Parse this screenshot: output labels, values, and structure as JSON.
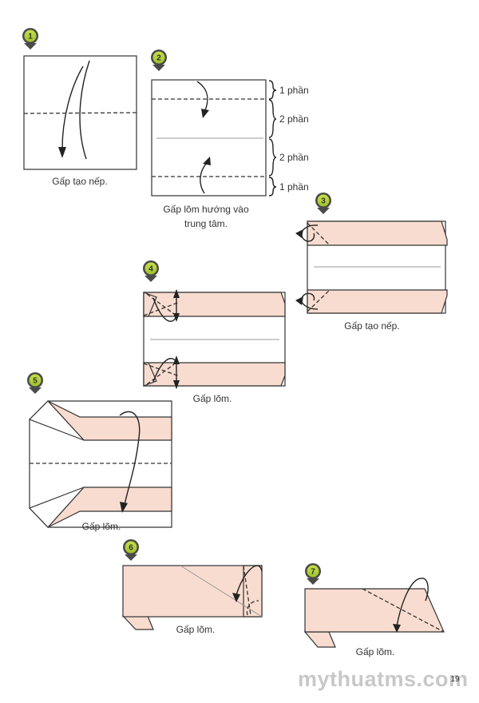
{
  "colors": {
    "badge_green": "#b5d334",
    "badge_dark": "#4a4a48",
    "paper_pink": "#f8dccf"
  },
  "steps": [
    {
      "number": "1",
      "caption": "Gấp tạo nếp."
    },
    {
      "number": "2",
      "caption_line1": "Gấp lõm hướng vào",
      "caption_line2": "trung tâm.",
      "parts": [
        "1 phần",
        "2 phần",
        "2 phần",
        "1 phần"
      ]
    },
    {
      "number": "3",
      "caption": "Gấp tạo nếp."
    },
    {
      "number": "4",
      "caption": "Gấp lõm."
    },
    {
      "number": "5",
      "caption": "Gấp lõm."
    },
    {
      "number": "6",
      "caption": "Gấp lõm."
    },
    {
      "number": "7",
      "caption": "Gấp lõm."
    }
  ],
  "watermark": "mythuatms.com",
  "page_number": "19"
}
